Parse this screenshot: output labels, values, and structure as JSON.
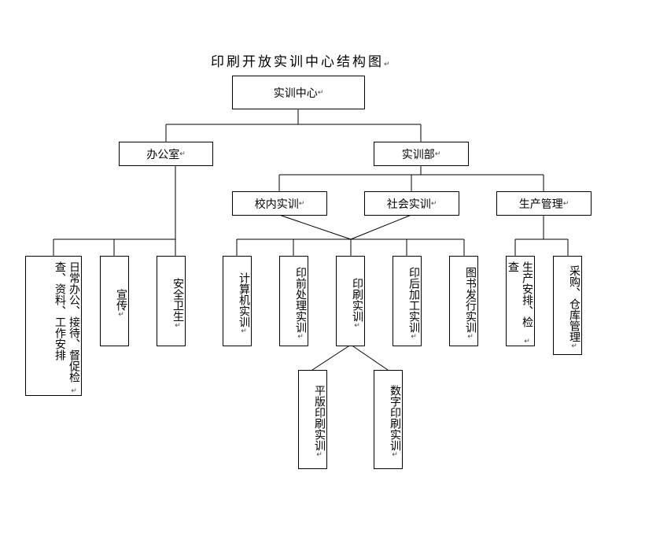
{
  "title": "印刷开放实训中心结构图",
  "para_mark": "↵",
  "nodes": {
    "root": "实训中心",
    "office": "办公室",
    "training_dept": "实训部",
    "on_campus": "校内实训",
    "social": "社会实训",
    "production": "生产管理",
    "daily_admin": "日常办公、接待、督促检查、资料、工作安排",
    "publicity": "宣传",
    "safety_hygiene": "安全卫生",
    "computer": "计算机实训",
    "prepress": "印前处理实训",
    "printing": "印刷实训",
    "postpress": "印后加工实训",
    "book_distribution": "图书发行实训",
    "production_schedule": "生产安排、检查",
    "purchase_storage": "采购、仓库管理",
    "offset": "平版印刷实训",
    "digital": "数字印刷实训"
  }
}
